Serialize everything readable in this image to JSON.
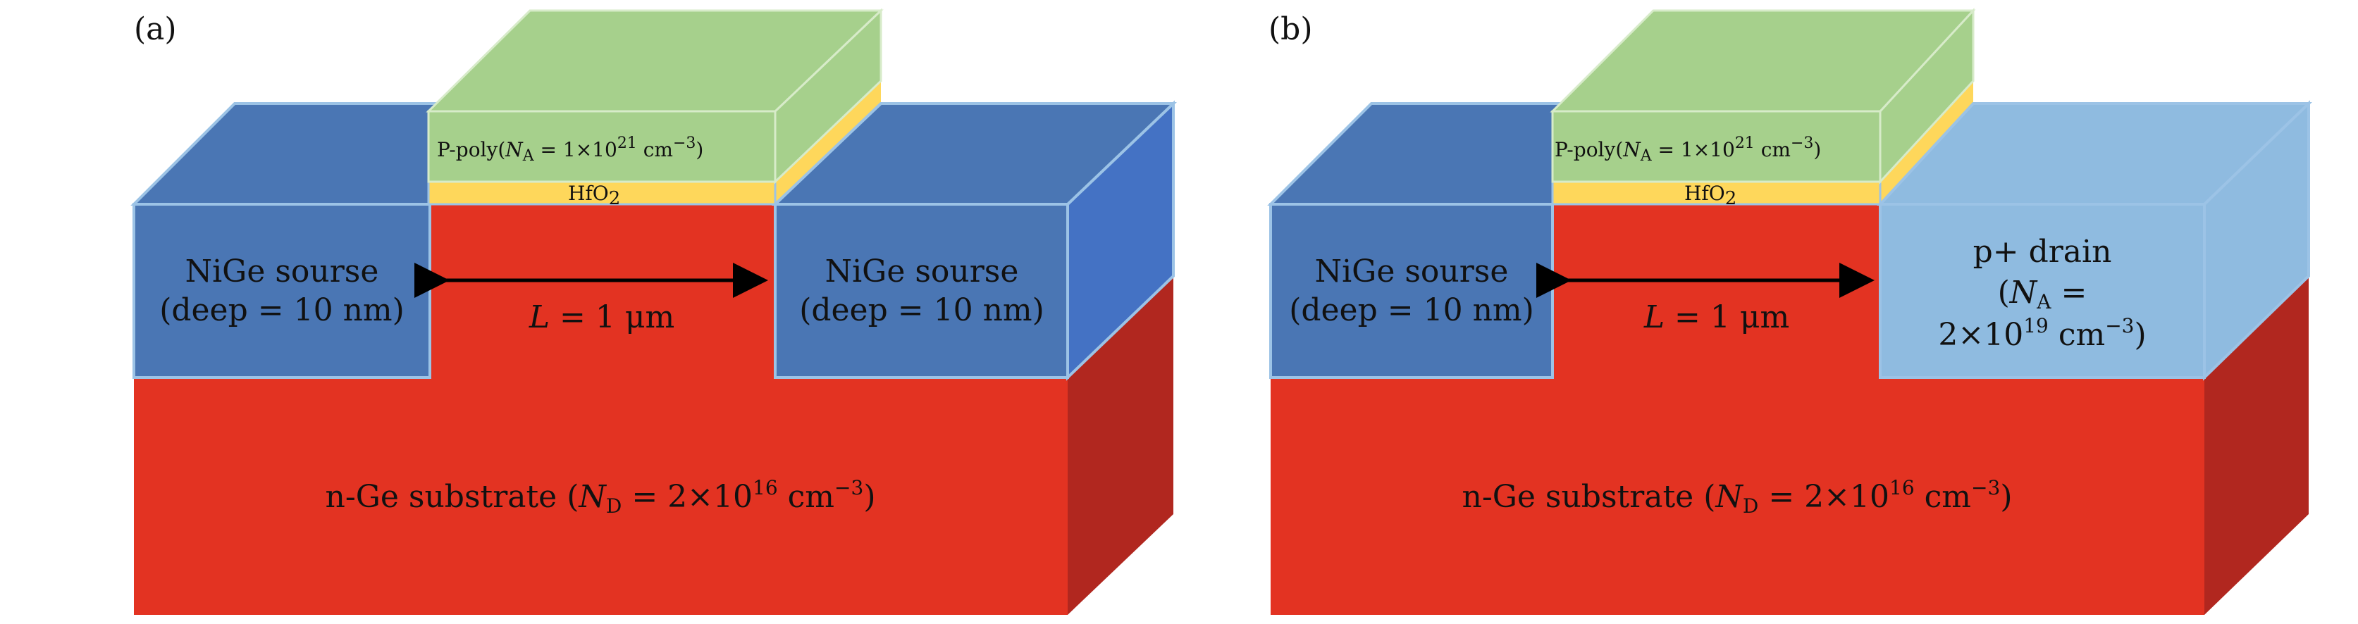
{
  "panels": [
    {
      "id": "a",
      "label": "(a)",
      "gate": {
        "text": "P-poly(",
        "na": "N",
        "na_sub": "A",
        "eq": " = 1×10",
        "exp": "21",
        "unit": " cm",
        "unit_exp": "−3",
        "close": ")"
      },
      "oxide": {
        "base": "HfO",
        "sub": "2"
      },
      "left_region": {
        "line1": "NiGe sourse",
        "line2": "(deep = 10 nm)"
      },
      "right_region": {
        "line1": "NiGe sourse",
        "line2": "(deep = 10 nm)"
      },
      "length": {
        "var": "L",
        "rest": " = 1 μm"
      },
      "substrate": {
        "text": "n-Ge substrate (",
        "nd": "N",
        "nd_sub": "D",
        "eq": " = 2×10",
        "exp": "16",
        "unit": " cm",
        "unit_exp": "−3",
        "close": ")"
      }
    },
    {
      "id": "b",
      "label": "(b)",
      "gate": {
        "text": "P-poly(",
        "na": "N",
        "na_sub": "A",
        "eq": " = 1×10",
        "exp": "21",
        "unit": " cm",
        "unit_exp": "−3",
        "close": ")"
      },
      "oxide": {
        "base": "HfO",
        "sub": "2"
      },
      "left_region": {
        "line1": "NiGe sourse",
        "line2": "(deep = 10 nm)"
      },
      "right_region": {
        "line1": "p+ drain",
        "line2_open": "(",
        "na": "N",
        "na_sub": "A",
        "line2_eq": " =",
        "line3_pre": "2×10",
        "exp": "19",
        "unit": " cm",
        "unit_exp": "−3",
        "close": ")"
      },
      "length": {
        "var": "L",
        "rest": " = 1 μm"
      },
      "substrate": {
        "text": "n-Ge substrate (",
        "nd": "N",
        "nd_sub": "D",
        "eq": " = 2×10",
        "exp": "16",
        "unit": " cm",
        "unit_exp": "−3",
        "close": ")"
      }
    }
  ],
  "colors": {
    "substrate_front": "#e33322",
    "substrate_side": "#b1271f",
    "nige_front": "#4a76b4",
    "nige_side": "#4472c4",
    "drain_light": "#8fbbe0",
    "gate_green": "#a6d08c",
    "oxide_yellow": "#fed75b",
    "edge_light_blue": "#9cc3e6"
  }
}
